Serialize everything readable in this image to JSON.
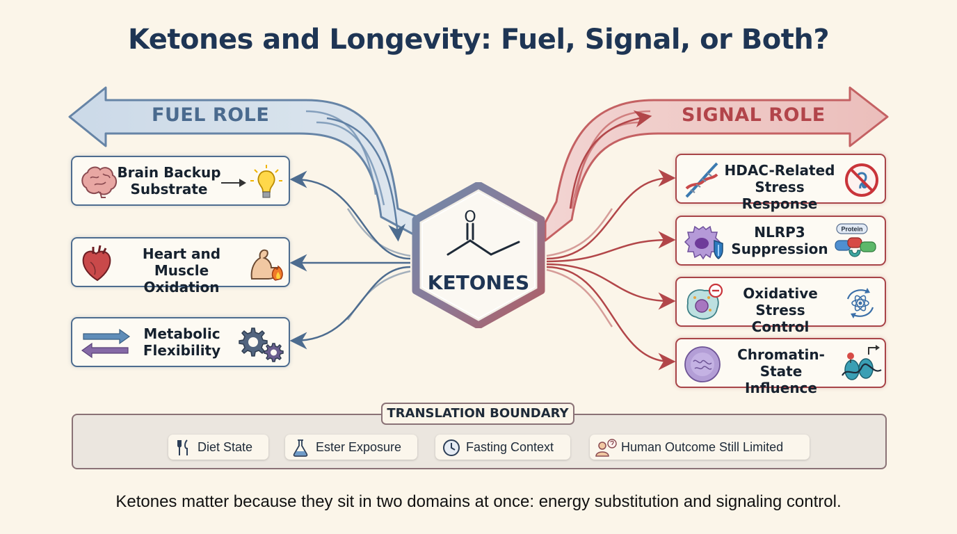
{
  "title": "Ketones and Longevity: Fuel, Signal, or Both?",
  "center": {
    "label": "KETONES",
    "atom": "O"
  },
  "fuel": {
    "label": "FUEL ROLE",
    "color": "#4d6c8f",
    "items": [
      {
        "line1": "Brain Backup",
        "line2": "Substrate",
        "icons": [
          "brain-icon",
          "arrow-right-icon",
          "lightbulb-icon"
        ]
      },
      {
        "line1": "Heart and",
        "line2": "Muscle Oxidation",
        "icons": [
          "heart-icon",
          "flexed-arm-flame-icon"
        ]
      },
      {
        "line1": "Metabolic",
        "line2": "Flexibility",
        "icons": [
          "bidirectional-arrows-icon",
          "gears-icon"
        ]
      }
    ]
  },
  "signal": {
    "label": "SIGNAL ROLE",
    "color": "#a84448",
    "items": [
      {
        "line1": "HDAC-Related",
        "line2": "Stress Response",
        "icons": [
          "dna-icon",
          "no-symbol-icon"
        ]
      },
      {
        "line1": "NLRP3",
        "line2": "Suppression",
        "icons": [
          "immune-cell-shield-icon",
          "protein-complex-icon"
        ],
        "badge": "Protein"
      },
      {
        "line1": "Oxidative",
        "line2": "Stress Control",
        "icons": [
          "cell-minus-icon",
          "atom-cycle-icon"
        ]
      },
      {
        "line1": "Chromatin-State",
        "line2": "Influence",
        "icons": [
          "nucleus-icon",
          "nucleosome-icon"
        ]
      }
    ]
  },
  "boundary": {
    "title": "TRANSLATION BOUNDARY",
    "chips": [
      {
        "label": "Diet State",
        "icon": "fork-knife-icon"
      },
      {
        "label": "Ester Exposure",
        "icon": "flask-icon"
      },
      {
        "label": "Fasting Context",
        "icon": "clock-icon"
      },
      {
        "label": "Human Outcome Still Limited",
        "icon": "person-question-icon"
      }
    ]
  },
  "caption": "Ketones matter because they sit in two domains at once: energy substitution and signaling control."
}
